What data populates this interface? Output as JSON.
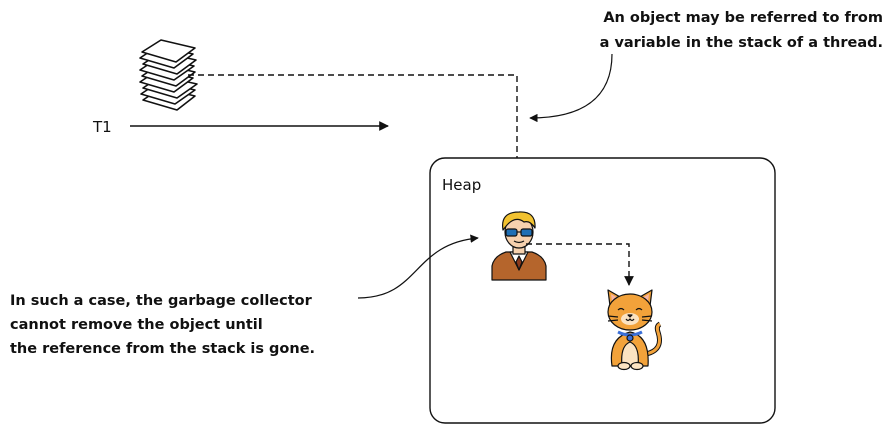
{
  "thread": {
    "label": "T1"
  },
  "heap": {
    "label": "Heap"
  },
  "annotations": {
    "stack_reference": {
      "line1": "An object may be referred to from",
      "line2": "a variable in the stack of a thread."
    },
    "garbage_collector": {
      "line1": "In such a case, the garbage collector",
      "line2": "cannot remove the object until",
      "line3": "the reference from the stack is gone."
    }
  },
  "icons": {
    "stack": "stack-of-papers-icon",
    "person": "person-with-sunglasses-icon",
    "cat": "cat-icon"
  },
  "colors": {
    "line": "#111111",
    "person_hair": "#f2c230",
    "person_jacket": "#b5652c",
    "cat_fur": "#f2a23a"
  }
}
